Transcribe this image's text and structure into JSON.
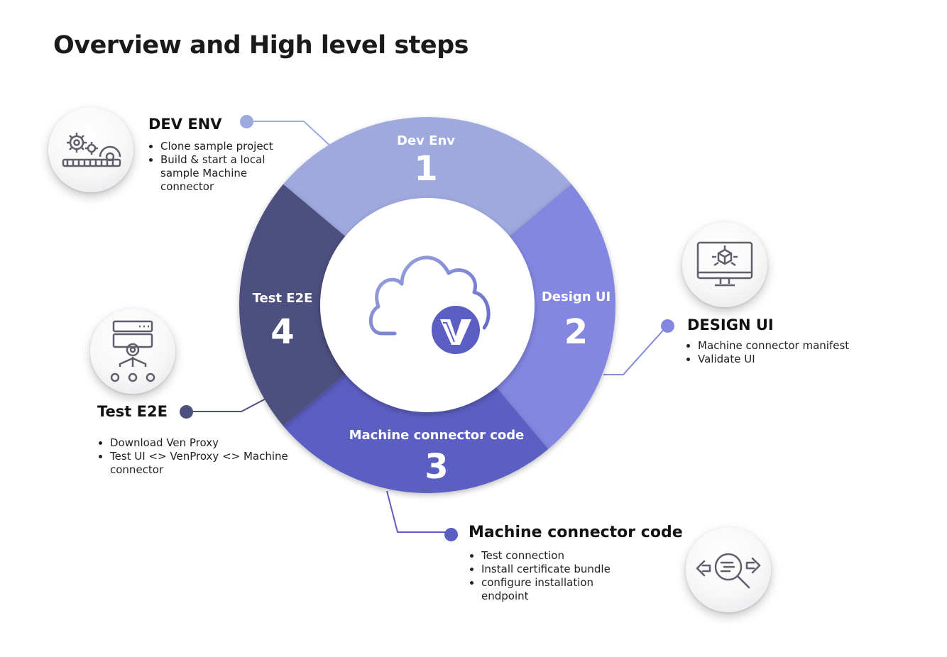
{
  "title": "Overview and High level steps",
  "segments": [
    {
      "label": "Dev Env",
      "number": "1",
      "color": "#9ea9de"
    },
    {
      "label": "Design UI",
      "number": "2",
      "color": "#8387e0"
    },
    {
      "label": "Machine connector code",
      "number": "3",
      "color": "#5b5ec2"
    },
    {
      "label": "Test E2E",
      "number": "4",
      "color": "#4d4f7e"
    }
  ],
  "steps": {
    "dev_env": {
      "heading": "DEV ENV",
      "bullets": [
        "Clone sample project",
        "Build & start a local sample Machine connector"
      ]
    },
    "design_ui": {
      "heading": "DESIGN UI",
      "bullets": [
        "Machine connector manifest",
        "Validate UI"
      ]
    },
    "code": {
      "heading": "Machine connector code",
      "bullets": [
        "Test connection",
        "Install certificate bundle",
        "configure installation endpoint"
      ]
    },
    "test_e2e": {
      "heading": "Test E2E",
      "bullets": [
        "Download Ven Proxy",
        "Test UI <> VenProxy <> Machine connector"
      ]
    }
  },
  "icons": {
    "center": "cloud-with-v-logo-icon",
    "dev_env": "gears-conveyor-icon",
    "design_ui": "monitor-cube-icon",
    "code": "search-arrows-icon",
    "test_e2e": "server-network-icon"
  }
}
